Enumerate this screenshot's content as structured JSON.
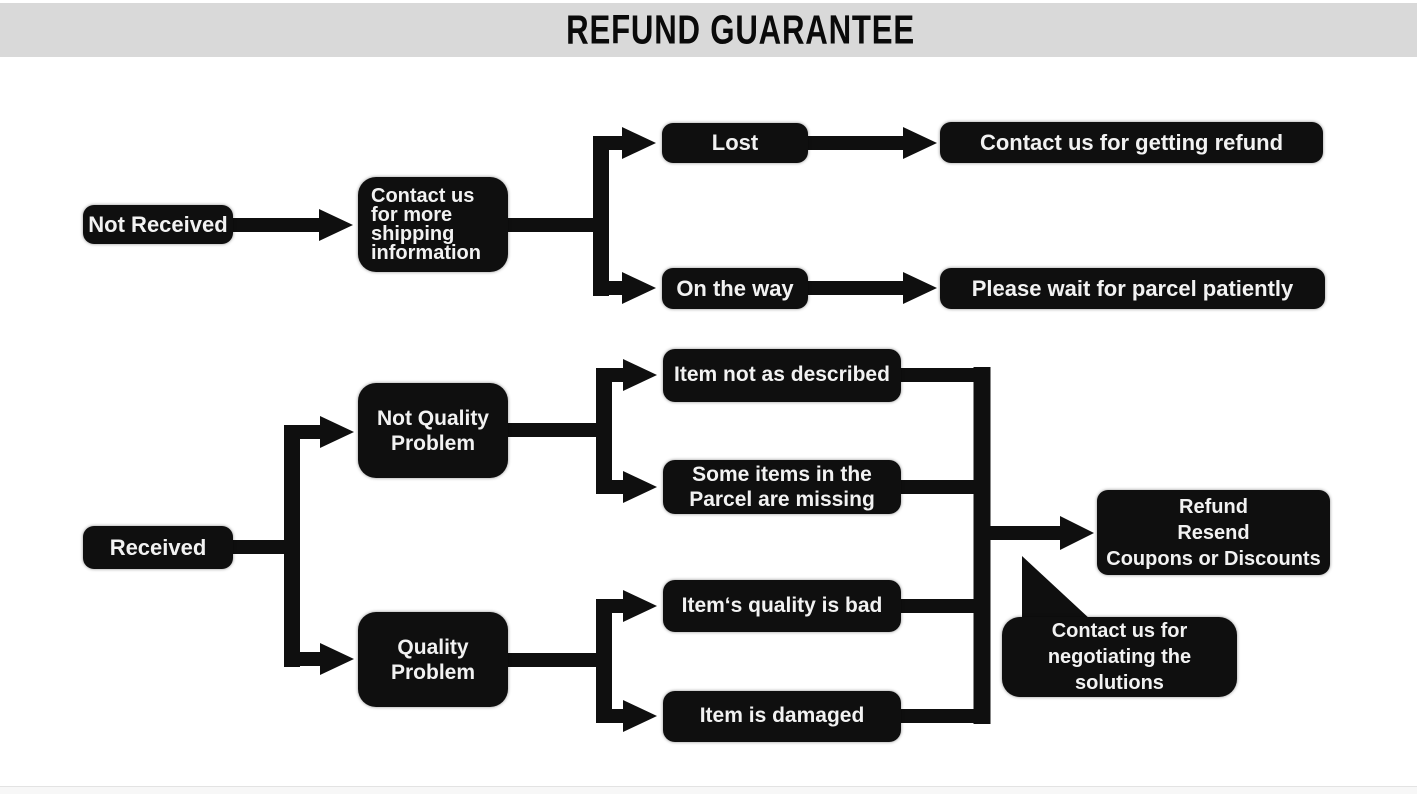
{
  "title": "REFUND GUARANTEE",
  "colors": {
    "banner_bg": "#d9d9d9",
    "node_bg": "#0f0f0f",
    "node_text": "#f2f2f2",
    "page_bg": "#ffffff"
  },
  "nodes": {
    "not_received": "Not Received",
    "contact_shipping": "Contact us\nfor more\nshipping\ninformation",
    "lost": "Lost",
    "contact_refund": "Contact us for getting refund",
    "on_the_way": "On the way",
    "wait_parcel": "Please wait for parcel patiently",
    "received": "Received",
    "not_quality_problem": "Not Quality\nProblem",
    "quality_problem": "Quality\nProblem",
    "item_not_as_described": "Item not as described",
    "items_missing": "Some items in the\nParcel are missing",
    "item_quality_bad": "Item‘s quality is bad",
    "item_damaged": "Item is damaged",
    "refund_resend_coupons": "Refund\nResend\nCoupons or Discounts",
    "negotiate_solutions": "Contact us for\nnegotiating the\nsolutions"
  },
  "edges": [
    {
      "from": "not_received",
      "to": "contact_shipping"
    },
    {
      "from": "contact_shipping",
      "to": "lost"
    },
    {
      "from": "contact_shipping",
      "to": "on_the_way"
    },
    {
      "from": "lost",
      "to": "contact_refund"
    },
    {
      "from": "on_the_way",
      "to": "wait_parcel"
    },
    {
      "from": "received",
      "to": "not_quality_problem"
    },
    {
      "from": "received",
      "to": "quality_problem"
    },
    {
      "from": "not_quality_problem",
      "to": "item_not_as_described"
    },
    {
      "from": "not_quality_problem",
      "to": "items_missing"
    },
    {
      "from": "quality_problem",
      "to": "item_quality_bad"
    },
    {
      "from": "quality_problem",
      "to": "item_damaged"
    },
    {
      "from": "item_not_as_described",
      "to": "refund_resend_coupons"
    },
    {
      "from": "items_missing",
      "to": "refund_resend_coupons"
    },
    {
      "from": "item_quality_bad",
      "to": "refund_resend_coupons"
    },
    {
      "from": "item_damaged",
      "to": "refund_resend_coupons"
    }
  ]
}
